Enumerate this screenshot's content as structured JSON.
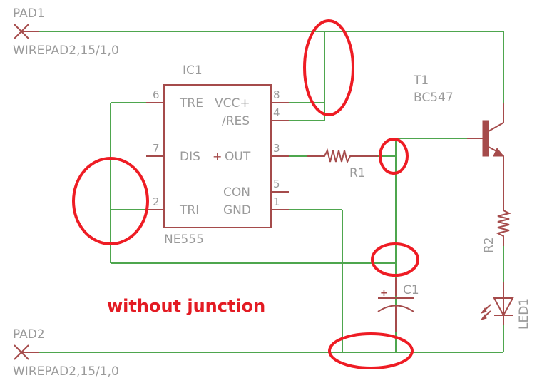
{
  "schematic": {
    "pads": [
      {
        "name": "PAD1",
        "value": "WIREPAD2,15/1,0"
      },
      {
        "name": "PAD2",
        "value": "WIREPAD2,15/1,0"
      }
    ],
    "ic": {
      "name": "IC1",
      "value": "NE555",
      "pin_labels": {
        "tre": "TRE",
        "vcc": "VCC+",
        "res": "/RES",
        "dis": "DIS",
        "out": "OUT",
        "out_mark": "+",
        "con": "CON",
        "tri": "TRI",
        "gnd": "GND"
      },
      "pin_numbers": {
        "p6": "6",
        "p7": "7",
        "p2": "2",
        "p8": "8",
        "p4": "4",
        "p3": "3",
        "p5": "5",
        "p1": "1"
      }
    },
    "transistor": {
      "name": "T1",
      "value": "BC547"
    },
    "resistors": [
      {
        "name": "R1"
      },
      {
        "name": "R2"
      }
    ],
    "capacitor": {
      "name": "C1",
      "polarity": "+"
    },
    "led": {
      "name": "LED1"
    },
    "annotation": "without junction",
    "colors": {
      "wire": "#4ea64e",
      "part": "#a54b4b",
      "label": "#9a9a9a",
      "highlight": "#ee1c24"
    }
  }
}
